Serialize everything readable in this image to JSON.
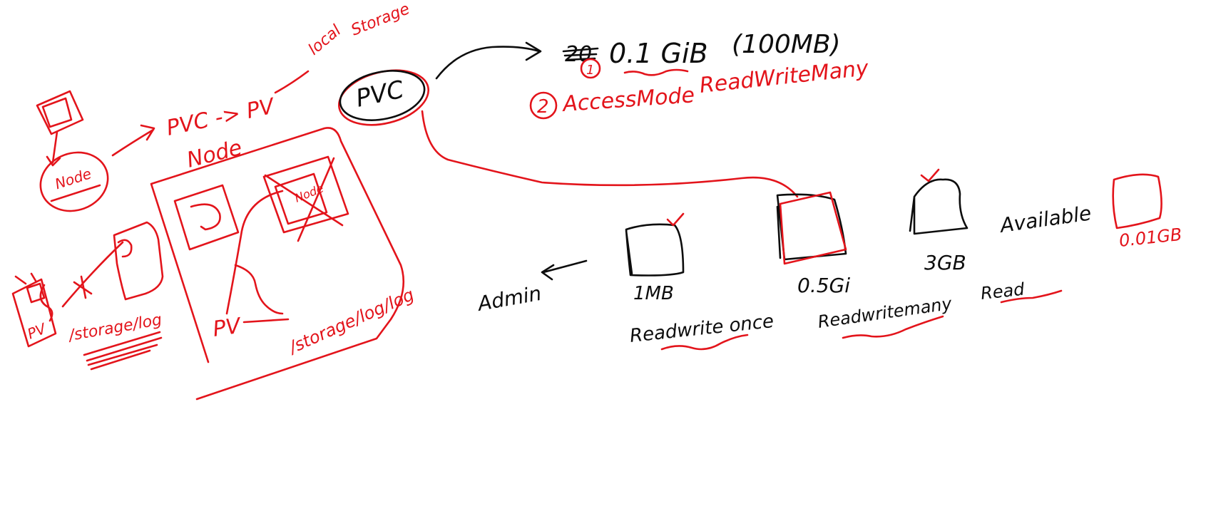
{
  "colors": {
    "red_ink": "#e3141b",
    "black_ink": "#0d0d0d",
    "background": "#ffffff"
  },
  "left": {
    "flow": "PVC -> PV",
    "local_label": "local",
    "storage_label": "Storage",
    "node_label": "Node",
    "node_box_left": "Node",
    "pv_left_label": "PV",
    "pv_node_label": "PV",
    "storage_path_1": "/storage/log",
    "storage_path_2": "/storage/log/log"
  },
  "pvc": {
    "label": "PVC"
  },
  "request": {
    "strike": "20",
    "marker_1": "1",
    "size": "0.1 GiB",
    "size_note": "(100MB)",
    "marker_2": "2",
    "access_mode_label": "AccessMode",
    "access_mode_value": "ReadWriteMany"
  },
  "volumes": [
    {
      "size": "1MB",
      "mode": "Readwrite once"
    },
    {
      "size": "0.5Gi",
      "mode": "Readwritemany"
    },
    {
      "size": "3GB",
      "mode": "Read"
    },
    {
      "size": "0.01GB",
      "mode": ""
    }
  ],
  "available_label": "Available",
  "admin_label": "Admin"
}
